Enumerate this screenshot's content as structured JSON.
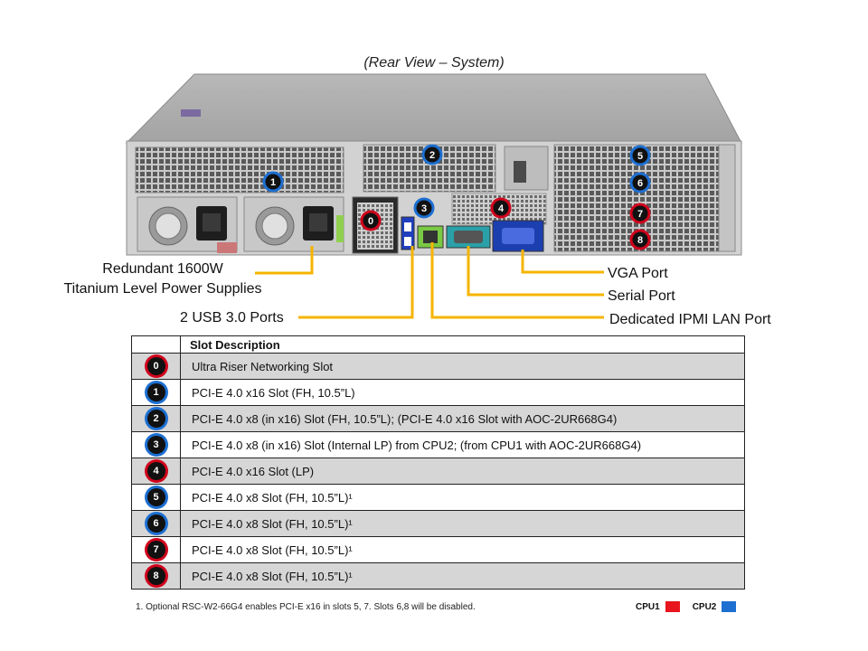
{
  "view_title": "(Rear View – System)",
  "callouts": {
    "psu_line1": "Redundant 1600W",
    "psu_line2": "Titanium Level Power Supplies",
    "usb": "2 USB 3.0 Ports",
    "vga": "VGA Port",
    "serial": "Serial Port",
    "ipmi": "Dedicated IPMI LAN Port"
  },
  "chassis_markers": [
    {
      "label": "0",
      "cpu": "CPU1"
    },
    {
      "label": "1",
      "cpu": "CPU2"
    },
    {
      "label": "2",
      "cpu": "CPU2"
    },
    {
      "label": "3",
      "cpu": "CPU2"
    },
    {
      "label": "4",
      "cpu": "CPU1"
    },
    {
      "label": "5",
      "cpu": "CPU2"
    },
    {
      "label": "6",
      "cpu": "CPU2"
    },
    {
      "label": "7",
      "cpu": "CPU1"
    },
    {
      "label": "8",
      "cpu": "CPU1"
    }
  ],
  "table": {
    "header": "Slot Description",
    "rows": [
      {
        "slot": "0",
        "cpu": "CPU1",
        "desc": "Ultra Riser Networking Slot"
      },
      {
        "slot": "1",
        "cpu": "CPU2",
        "desc": "PCI-E 4.0 x16 Slot (FH, 10.5”L)"
      },
      {
        "slot": "2",
        "cpu": "CPU2",
        "desc": "PCI-E 4.0 x8 (in x16) Slot (FH, 10.5”L); (PCI-E 4.0 x16 Slot with AOC-2UR668G4)"
      },
      {
        "slot": "3",
        "cpu": "CPU2",
        "desc": "PCI-E 4.0 x8 (in x16) Slot (Internal LP) from CPU2; (from CPU1 with AOC-2UR668G4)"
      },
      {
        "slot": "4",
        "cpu": "CPU1",
        "desc": "PCI-E 4.0 x16 Slot (LP)"
      },
      {
        "slot": "5",
        "cpu": "CPU2",
        "desc": "PCI-E 4.0 x8 Slot (FH, 10.5”L)¹"
      },
      {
        "slot": "6",
        "cpu": "CPU2",
        "desc": "PCI-E 4.0 x8 Slot (FH, 10.5”L)¹"
      },
      {
        "slot": "7",
        "cpu": "CPU1",
        "desc": "PCI-E 4.0 x8 Slot (FH, 10.5”L)¹"
      },
      {
        "slot": "8",
        "cpu": "CPU1",
        "desc": "PCI-E 4.0 x8 Slot (FH, 10.5”L)¹"
      }
    ]
  },
  "footnote": "1. Optional  RSC-W2-66G4 enables  PCI-E x16 in slots 5, 7.  Slots 6,8 will be disabled.",
  "legend": [
    {
      "name": "CPU1",
      "color": "#e8141e"
    },
    {
      "name": "CPU2",
      "color": "#1d6fd1"
    }
  ],
  "colors": {
    "callout_line": "#f5b400",
    "cpu1_ring": "#d0021b",
    "cpu2_ring": "#1d6fd1"
  }
}
